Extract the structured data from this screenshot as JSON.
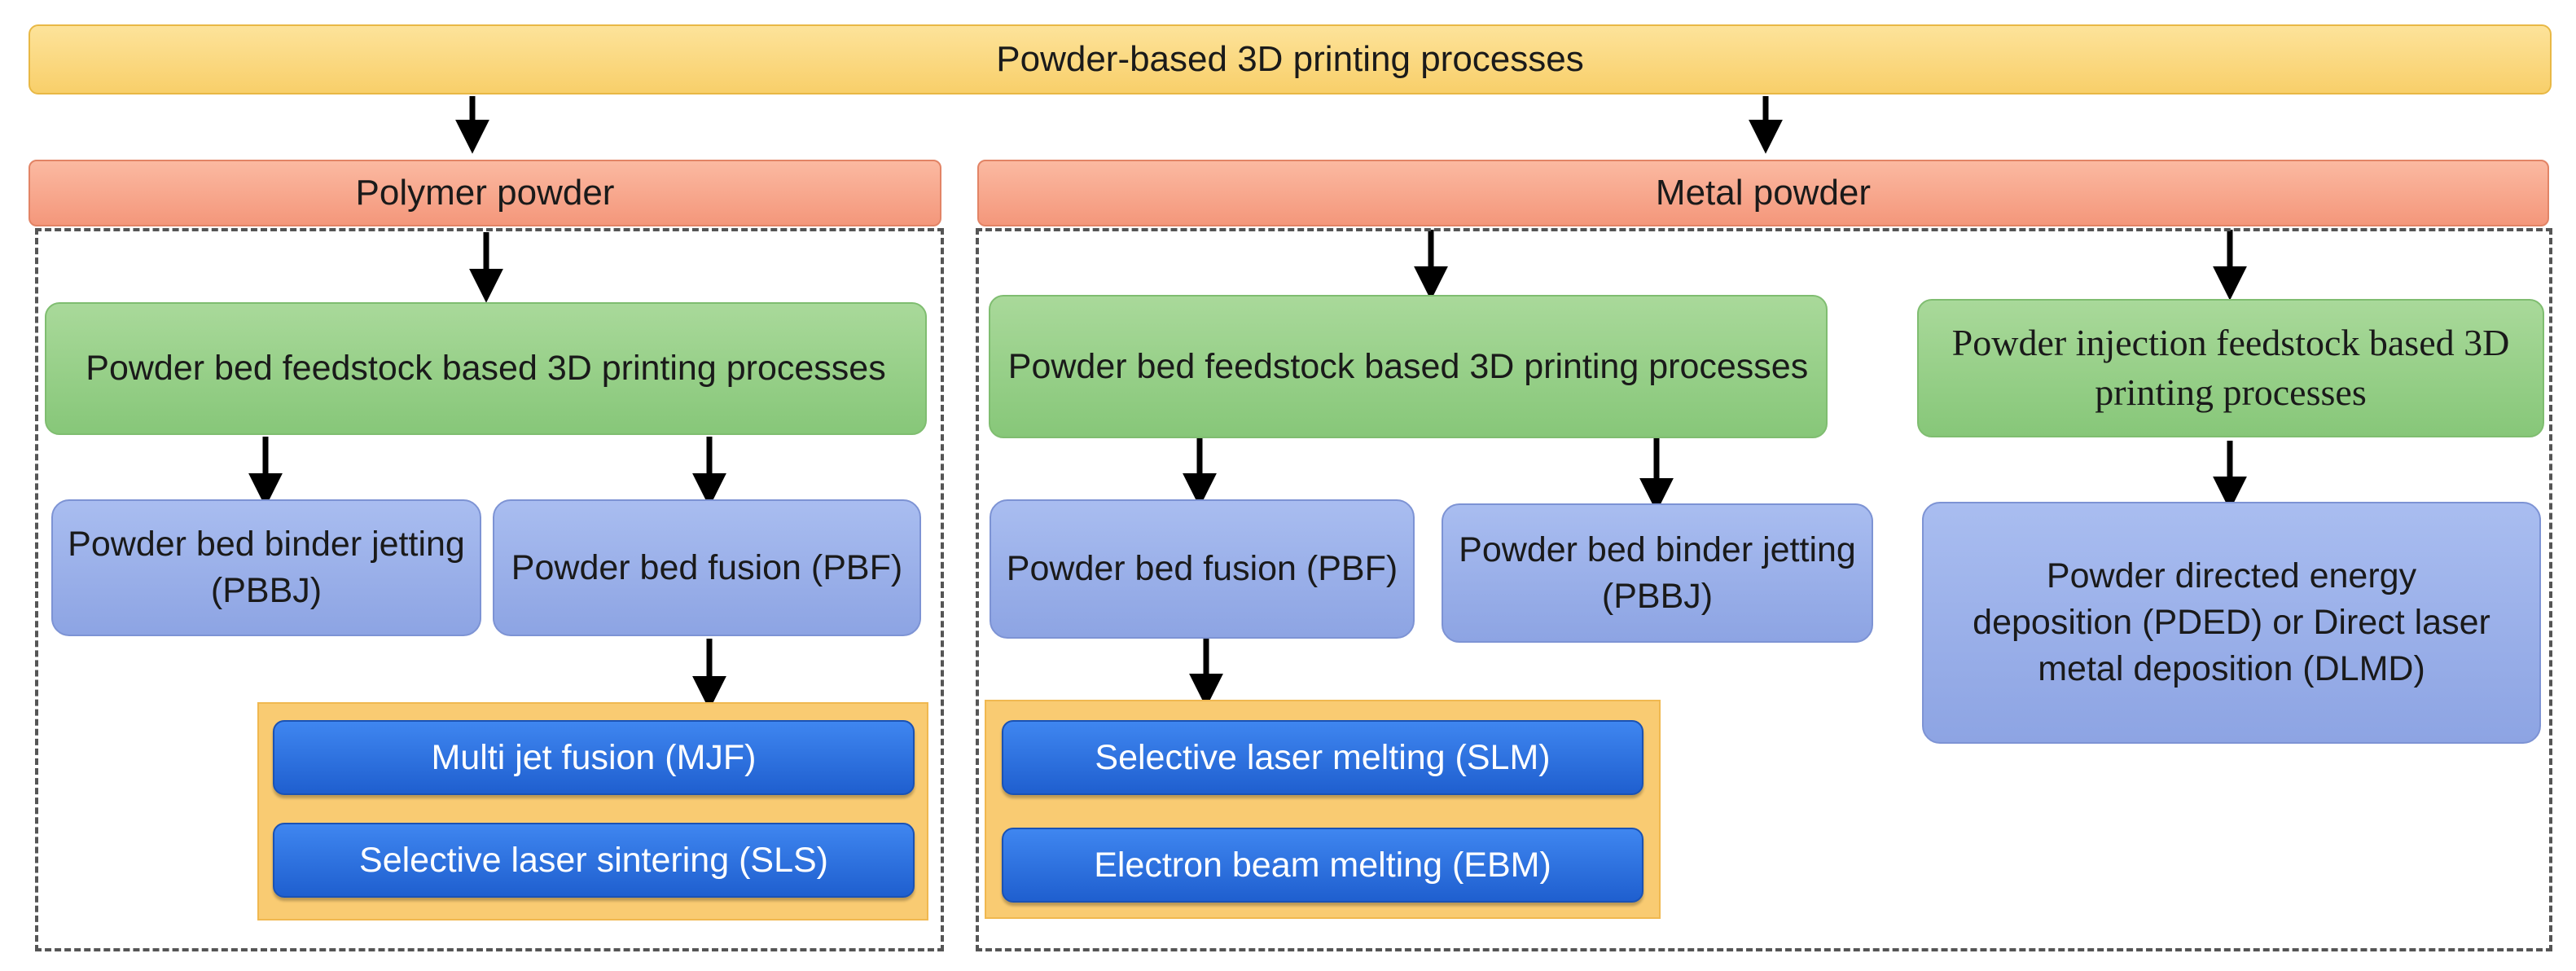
{
  "title": "Powder-based 3D printing processes",
  "polymer": {
    "label": "Polymer powder",
    "bed_feedstock": "Powder bed feedstock based 3D printing processes",
    "binder_jetting": "Powder bed binder jetting (PBBJ)",
    "bed_fusion": "Powder bed fusion (PBF)",
    "fusion_methods": [
      "Multi jet fusion (MJF)",
      "Selective laser sintering (SLS)"
    ]
  },
  "metal": {
    "label": "Metal powder",
    "bed_feedstock": "Powder bed feedstock based 3D printing processes",
    "injection_feedstock": "Powder injection feedstock based 3D printing processes",
    "bed_fusion": "Powder bed fusion (PBF)",
    "binder_jetting": "Powder bed binder jetting (PBBJ)",
    "ded": "Powder directed energy deposition (PDED) or Direct laser metal deposition (DLMD)",
    "fusion_methods": [
      "Selective laser melting (SLM)",
      "Electron beam melting (EBM)"
    ]
  }
}
